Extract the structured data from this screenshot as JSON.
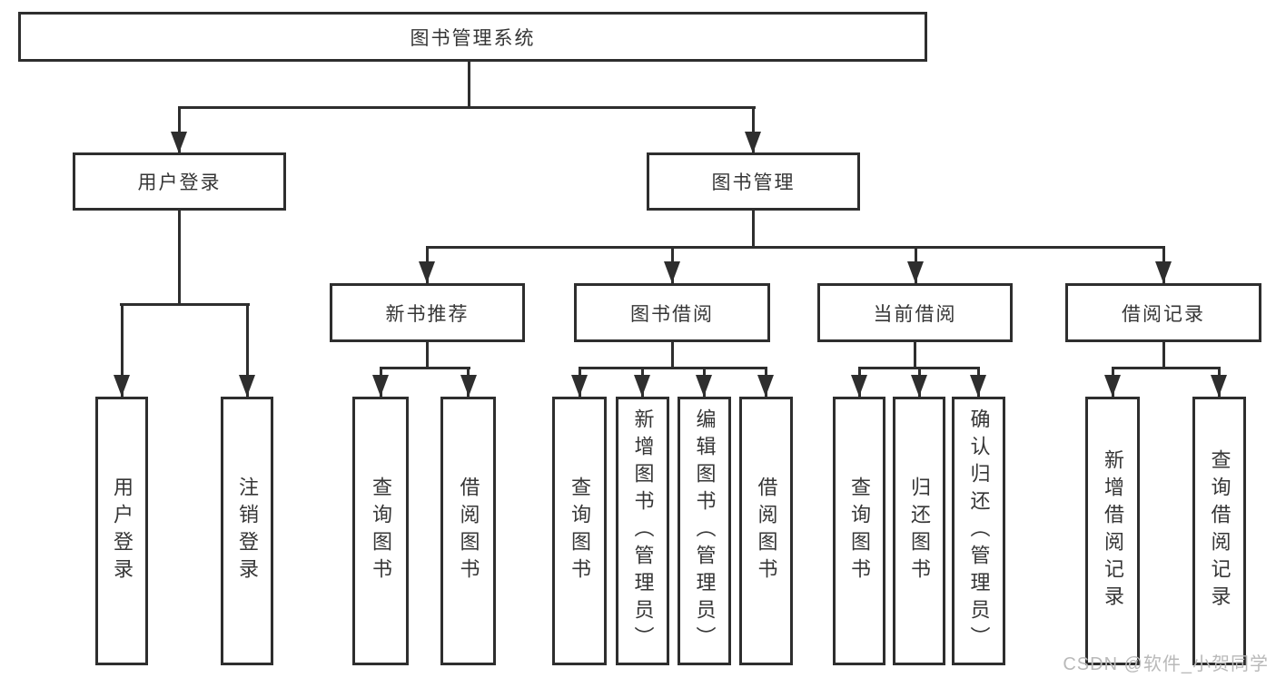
{
  "diagram": {
    "root": {
      "label": "图书管理系统"
    },
    "user_login": {
      "label": "用户登录",
      "children": [
        {
          "label": "用户登录"
        },
        {
          "label": "注销登录"
        }
      ]
    },
    "book_management": {
      "label": "图书管理",
      "groups": [
        {
          "label": "新书推荐",
          "children": [
            {
              "label": "查询图书"
            },
            {
              "label": "借阅图书"
            }
          ]
        },
        {
          "label": "图书借阅",
          "children": [
            {
              "label": "查询图书"
            },
            {
              "label": "新增图书（管理员）"
            },
            {
              "label": "编辑图书（管理员）"
            },
            {
              "label": "借阅图书"
            }
          ]
        },
        {
          "label": "当前借阅",
          "children": [
            {
              "label": "查询图书"
            },
            {
              "label": "归还图书"
            },
            {
              "label": "确认归还（管理员）"
            }
          ]
        },
        {
          "label": "借阅记录",
          "children": [
            {
              "label": "新增借阅记录"
            },
            {
              "label": "查询借阅记录"
            }
          ]
        }
      ]
    }
  },
  "watermark": {
    "text": "CSDN @软件_小贺同学"
  },
  "colors": {
    "line": "#2e2e2e",
    "text": "#363636",
    "watermark": "#b9b9b9",
    "background": "#ffffff"
  }
}
